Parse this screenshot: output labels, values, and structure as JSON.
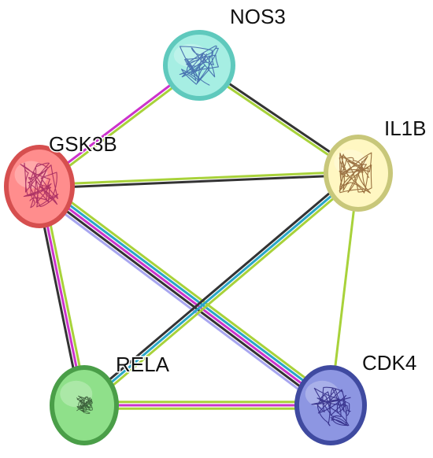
{
  "nodes": [
    {
      "id": "NOS3",
      "label": "NOS3",
      "fill": "#a6eee3",
      "ring": "#5fc9bd",
      "ink": "#3a5fa8"
    },
    {
      "id": "GSK3B",
      "label": "GSK3B",
      "fill": "#ff8d8d",
      "ring": "#d64f4f",
      "ink": "#a0235e"
    },
    {
      "id": "IL1B",
      "label": "IL1B",
      "fill": "#fff7c2",
      "ring": "#c8c77a",
      "ink": "#8a5a2a"
    },
    {
      "id": "RELA",
      "label": "RELA",
      "fill": "#8fe08a",
      "ring": "#4a9e48",
      "ink": "#2c4a2c"
    },
    {
      "id": "CDK4",
      "label": "CDK4",
      "fill": "#8d96e2",
      "ring": "#3f4aa0",
      "ink": "#2b2480"
    }
  ],
  "edges": [
    {
      "from": "GSK3B",
      "to": "NOS3",
      "colors": [
        "#cc33cc",
        "#a8d23a"
      ]
    },
    {
      "from": "NOS3",
      "to": "IL1B",
      "colors": [
        "#333333",
        "#a8d23a"
      ]
    },
    {
      "from": "GSK3B",
      "to": "IL1B",
      "colors": [
        "#a8d23a",
        "#333333"
      ]
    },
    {
      "from": "GSK3B",
      "to": "RELA",
      "colors": [
        "#a8d23a",
        "#cc33cc",
        "#333333"
      ]
    },
    {
      "from": "GSK3B",
      "to": "CDK4",
      "colors": [
        "#a8d23a",
        "#2aa6c8",
        "#cc33cc",
        "#333333",
        "#a8a6f0"
      ]
    },
    {
      "from": "IL1B",
      "to": "RELA",
      "colors": [
        "#a8d23a",
        "#2aa6c8",
        "#333333"
      ]
    },
    {
      "from": "IL1B",
      "to": "CDK4",
      "colors": [
        "#a8d23a"
      ]
    },
    {
      "from": "RELA",
      "to": "CDK4",
      "colors": [
        "#a8d23a",
        "#cc33cc",
        "#a8d23a"
      ]
    }
  ]
}
